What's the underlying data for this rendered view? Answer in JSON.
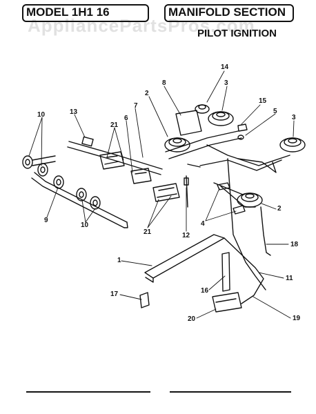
{
  "header": {
    "model_label": "MODEL 1H1 16",
    "section_label": "MANIFOLD SECTION",
    "subtitle": "PILOT IGNITION",
    "watermark": "AppliancePartsPros.com"
  },
  "callouts": {
    "c1": "1",
    "c2a": "2",
    "c2b": "2",
    "c3a": "3",
    "c3b": "3",
    "c4": "4",
    "c5": "5",
    "c6": "6",
    "c7": "7",
    "c8": "8",
    "c9": "9",
    "c10a": "10",
    "c10b": "10",
    "c11": "11",
    "c12": "12",
    "c13": "13",
    "c14": "14",
    "c15": "15",
    "c16": "16",
    "c17": "17",
    "c18": "18",
    "c19": "19",
    "c20": "20",
    "c21a": "21",
    "c21b": "21"
  },
  "colors": {
    "ink": "#111111",
    "paper": "#ffffff"
  }
}
